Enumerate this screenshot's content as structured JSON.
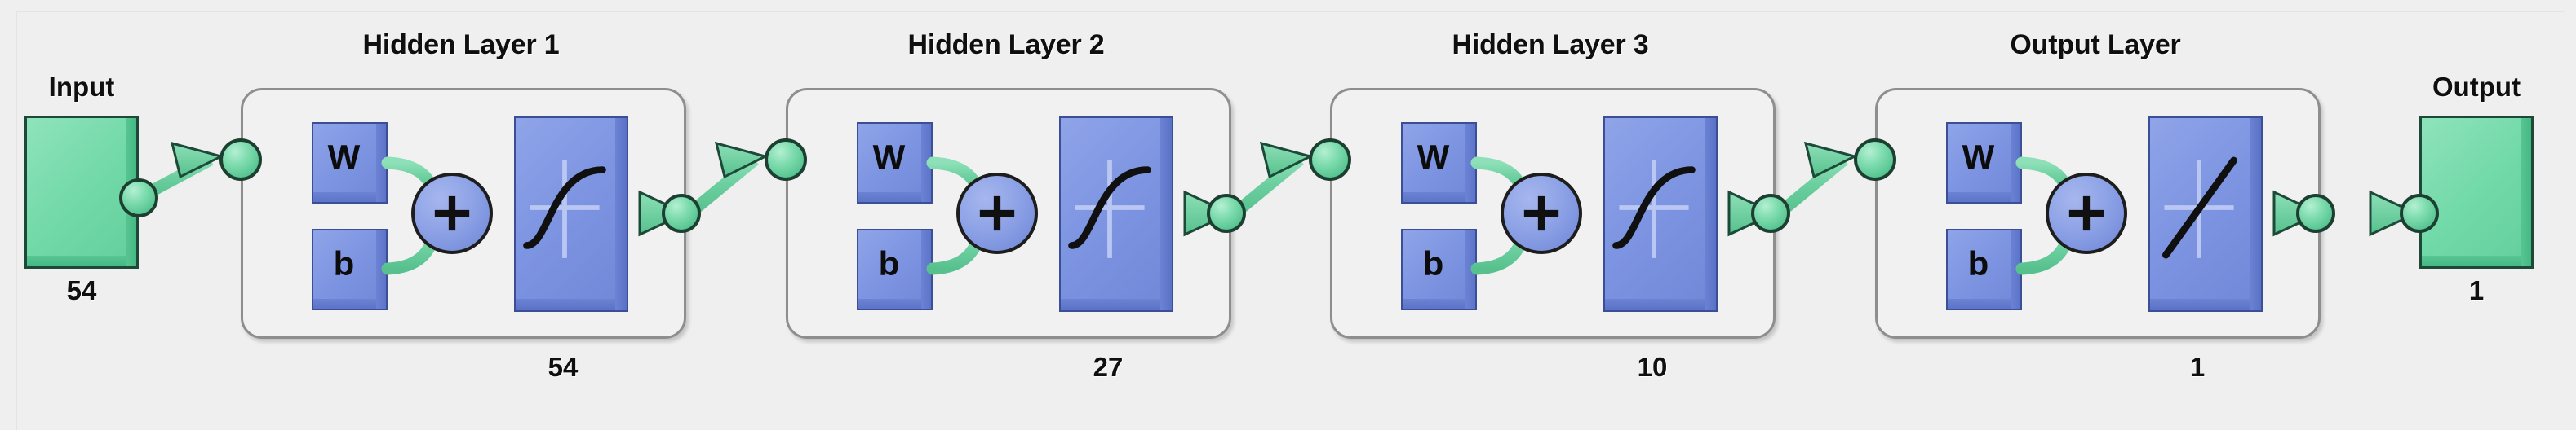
{
  "diagram": {
    "type": "neural-network-architecture",
    "tool": "MATLAB Neural Network Diagram",
    "background_color": "#efefef",
    "accent_green": "#66cc99",
    "accent_blue": "#7e95e2"
  },
  "input": {
    "title": "Input",
    "size": "54"
  },
  "output": {
    "title": "Output",
    "size": "1"
  },
  "layers": [
    {
      "title": "Hidden Layer 1",
      "size": "54",
      "weight_label": "W",
      "bias_label": "b",
      "sum_label": "+",
      "transfer_function": "sigmoid"
    },
    {
      "title": "Hidden Layer 2",
      "size": "27",
      "weight_label": "W",
      "bias_label": "b",
      "sum_label": "+",
      "transfer_function": "sigmoid"
    },
    {
      "title": "Hidden Layer 3",
      "size": "10",
      "weight_label": "W",
      "bias_label": "b",
      "sum_label": "+",
      "transfer_function": "sigmoid"
    },
    {
      "title": "Output Layer",
      "size": "1",
      "weight_label": "W",
      "bias_label": "b",
      "sum_label": "+",
      "transfer_function": "linear"
    }
  ]
}
